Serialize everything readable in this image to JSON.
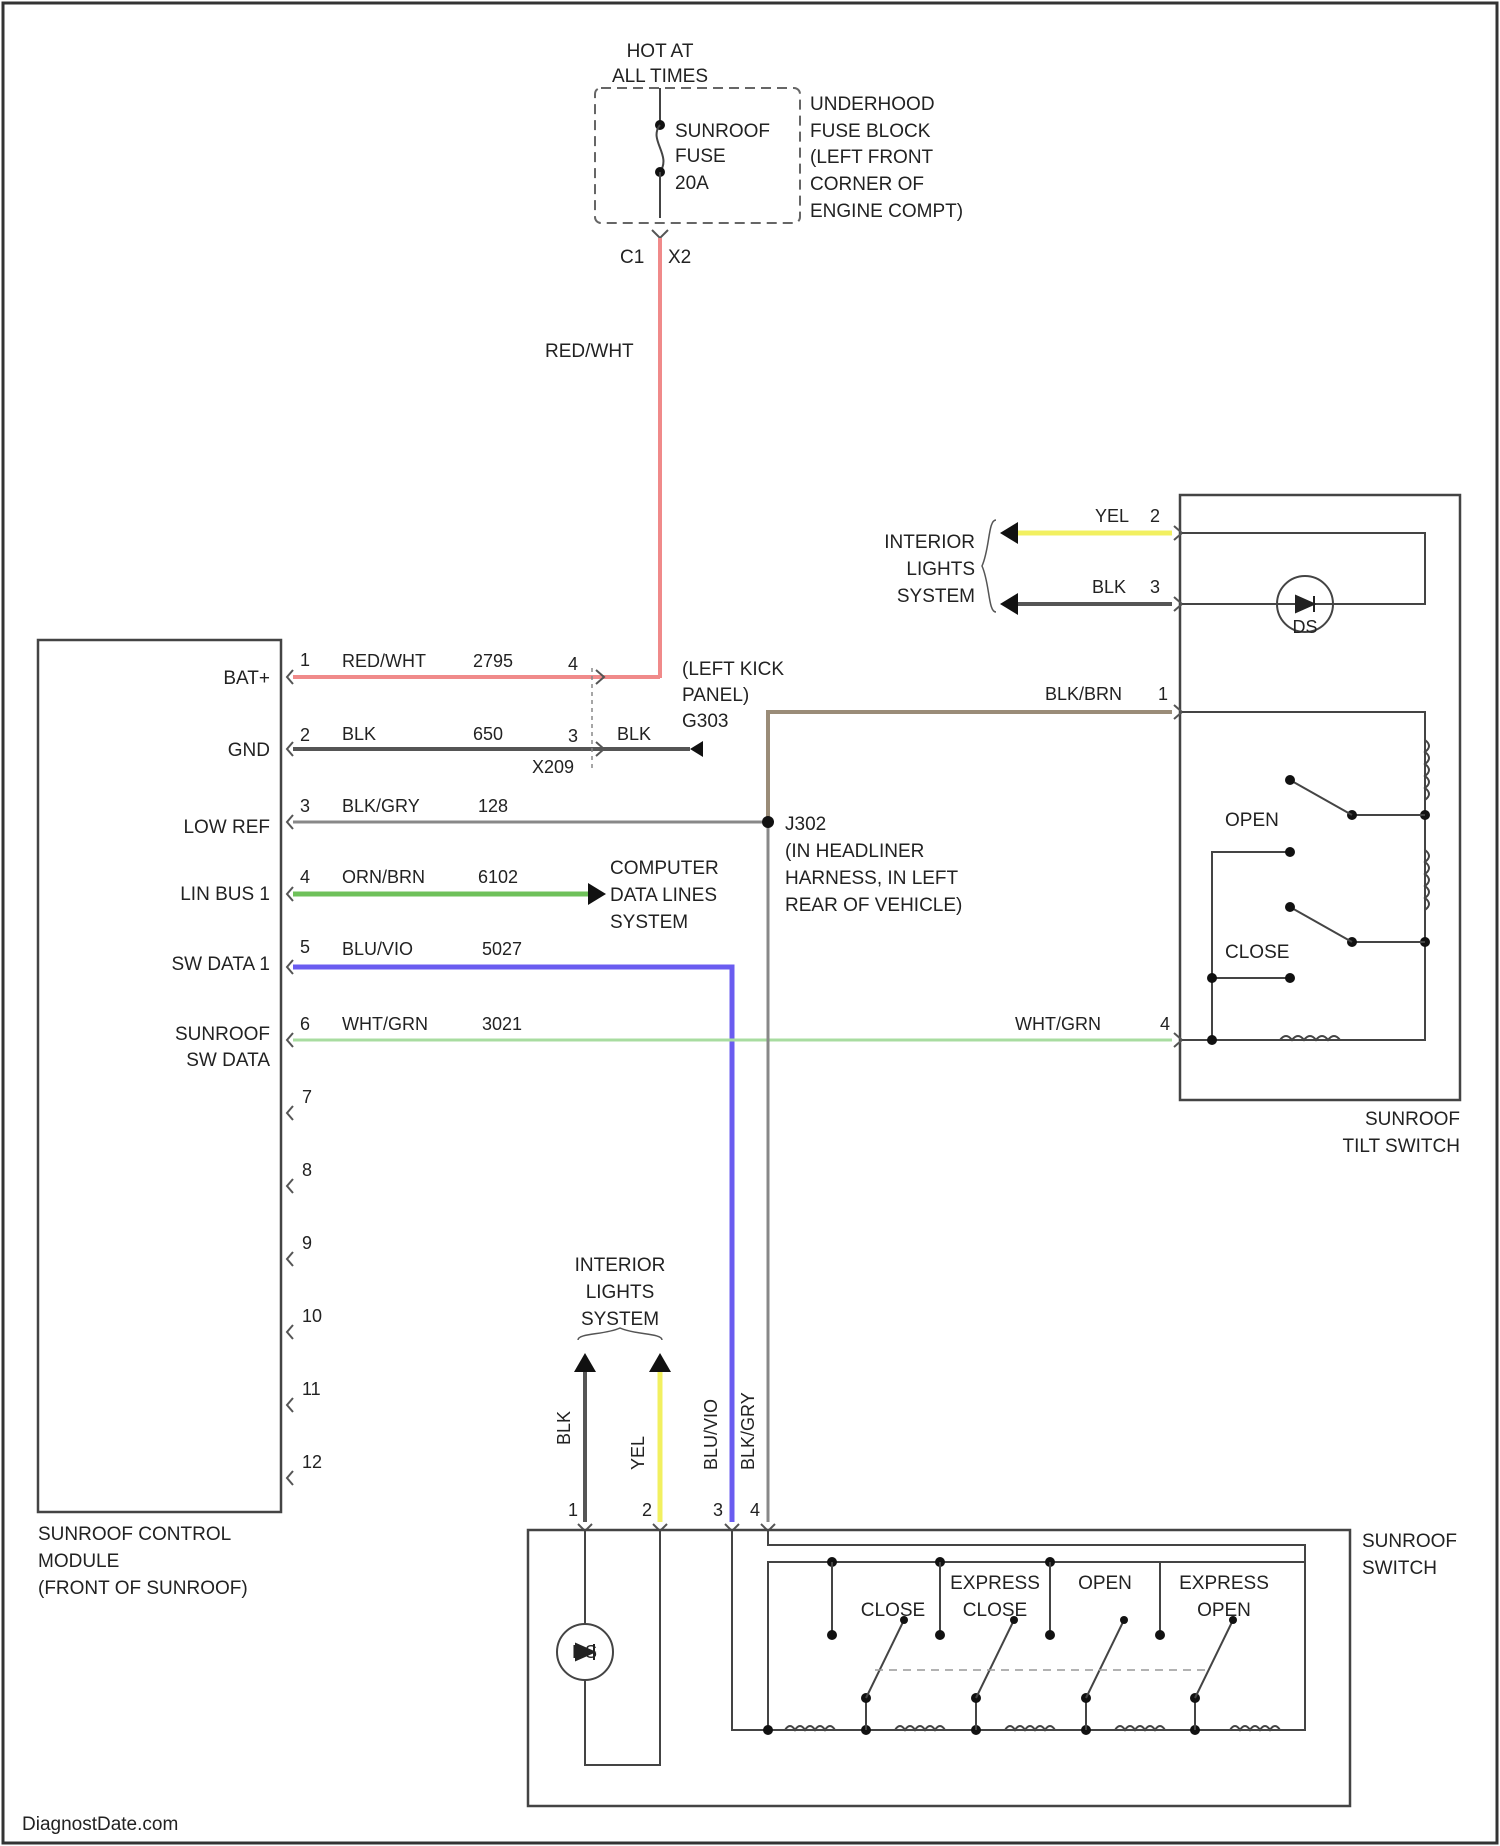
{
  "power_source": {
    "hot_at": "HOT AT",
    "all_times": "ALL TIMES",
    "fuse_line1": "SUNROOF",
    "fuse_line2": "FUSE",
    "fuse_line3": "20A",
    "block_line1": "UNDERHOOD",
    "block_line2": "FUSE BLOCK",
    "block_line3": "(LEFT FRONT",
    "block_line4": "CORNER OF",
    "block_line5": "ENGINE COMPT)",
    "connector": "C1",
    "pin": "X2",
    "wire_color": "RED/WHT"
  },
  "module": {
    "name_line1": "SUNROOF CONTROL",
    "name_line2": "MODULE",
    "name_line3": "(FRONT OF SUNROOF)",
    "pins": [
      {
        "num": "1",
        "label": "BAT+",
        "wire": "RED/WHT",
        "circuit": "2795"
      },
      {
        "num": "2",
        "label": "GND",
        "wire": "BLK",
        "circuit": "650"
      },
      {
        "num": "3",
        "label": "LOW REF",
        "wire": "BLK/GRY",
        "circuit": "128"
      },
      {
        "num": "4",
        "label": "LIN BUS 1",
        "wire": "ORN/BRN",
        "circuit": "6102"
      },
      {
        "num": "5",
        "label": "SW DATA 1",
        "wire": "BLU/VIO",
        "circuit": "5027"
      },
      {
        "num": "6",
        "label_line1": "SUNROOF",
        "label_line2": "SW DATA",
        "wire": "WHT/GRN",
        "circuit": "3021"
      },
      {
        "num": "7"
      },
      {
        "num": "8"
      },
      {
        "num": "9"
      },
      {
        "num": "10"
      },
      {
        "num": "11"
      },
      {
        "num": "12"
      }
    ]
  },
  "kick_panel": {
    "line1": "(LEFT KICK",
    "line2": "PANEL)",
    "line3": "G303",
    "splice_pin_a": "4",
    "splice_pin_b": "3",
    "splice_conn": "X209",
    "gnd_wire": "BLK"
  },
  "splice": {
    "id": "J302",
    "line1": "(IN HEADLINER",
    "line2": "HARNESS, IN LEFT",
    "line3": "REAR OF VEHICLE)"
  },
  "data_lines": {
    "line1": "COMPUTER",
    "line2": "DATA LINES",
    "line3": "SYSTEM"
  },
  "interior_lights_right": {
    "line1": "INTERIOR",
    "line2": "LIGHTS",
    "line3": "SYSTEM",
    "wire1": "YEL",
    "pin1": "2",
    "wire2": "BLK",
    "pin2": "3"
  },
  "tilt_switch": {
    "name_line1": "SUNROOF",
    "name_line2": "TILT SWITCH",
    "open": "OPEN",
    "close": "CLOSE",
    "wire_pin1": "BLK/BRN",
    "pin1": "1",
    "wire_pin4": "WHT/GRN",
    "pin4": "4",
    "lamp": "DS"
  },
  "interior_lights_bottom": {
    "line1": "INTERIOR",
    "line2": "LIGHTS",
    "line3": "SYSTEM"
  },
  "sunroof_switch": {
    "name_line1": "SUNROOF",
    "name_line2": "SWITCH",
    "wires": [
      "BLK",
      "YEL",
      "BLU/VIO",
      "BLK/GRY"
    ],
    "pins": [
      "1",
      "2",
      "3",
      "4"
    ],
    "lamp": "DS",
    "close": "CLOSE",
    "express_close_line1": "EXPRESS",
    "express_close_line2": "CLOSE",
    "open": "OPEN",
    "express_open_line1": "EXPRESS",
    "express_open_line2": "OPEN"
  },
  "watermark": "DiagnostDate.com",
  "colors": {
    "red_wht": "#f08a8a",
    "blk": "#555555",
    "blk_gry": "#888888",
    "orn_brn": "#6fc15a",
    "blu_vio": "#6a5cf0",
    "wht_grn": "#a8dca0",
    "yel": "#f2f060",
    "blk_brn": "#9a8c78"
  }
}
